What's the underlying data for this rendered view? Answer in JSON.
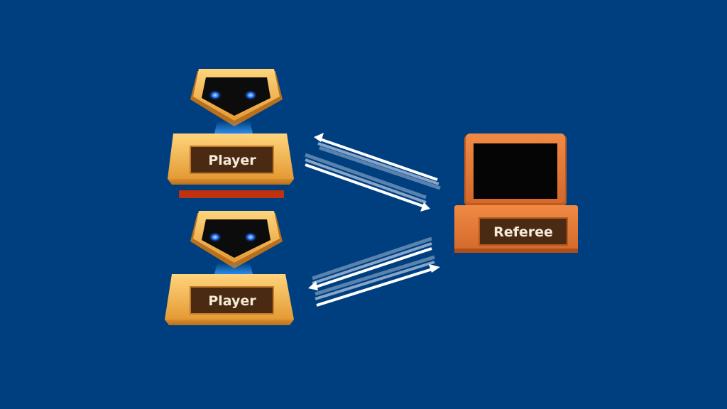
{
  "diagram": {
    "colors": {
      "background": "#003f7f",
      "player_body": "#f0b04a",
      "player_plate": "#4a2a12",
      "eye": "#1f6bff",
      "separator": "#c0320e",
      "referee_body": "#e07a38",
      "referee_plate": "#4a2a12",
      "arrow": "#ffffff"
    },
    "players": [
      {
        "label": "Player"
      },
      {
        "label": "Player"
      }
    ],
    "referee": {
      "label": "Referee"
    },
    "arrows": [
      {
        "from": "referee",
        "to": "player-1",
        "icon": "arrow-left"
      },
      {
        "from": "player-1",
        "to": "referee",
        "icon": "arrow-right"
      },
      {
        "from": "referee",
        "to": "player-2",
        "icon": "arrow-left"
      },
      {
        "from": "player-2",
        "to": "referee",
        "icon": "arrow-right"
      }
    ]
  }
}
